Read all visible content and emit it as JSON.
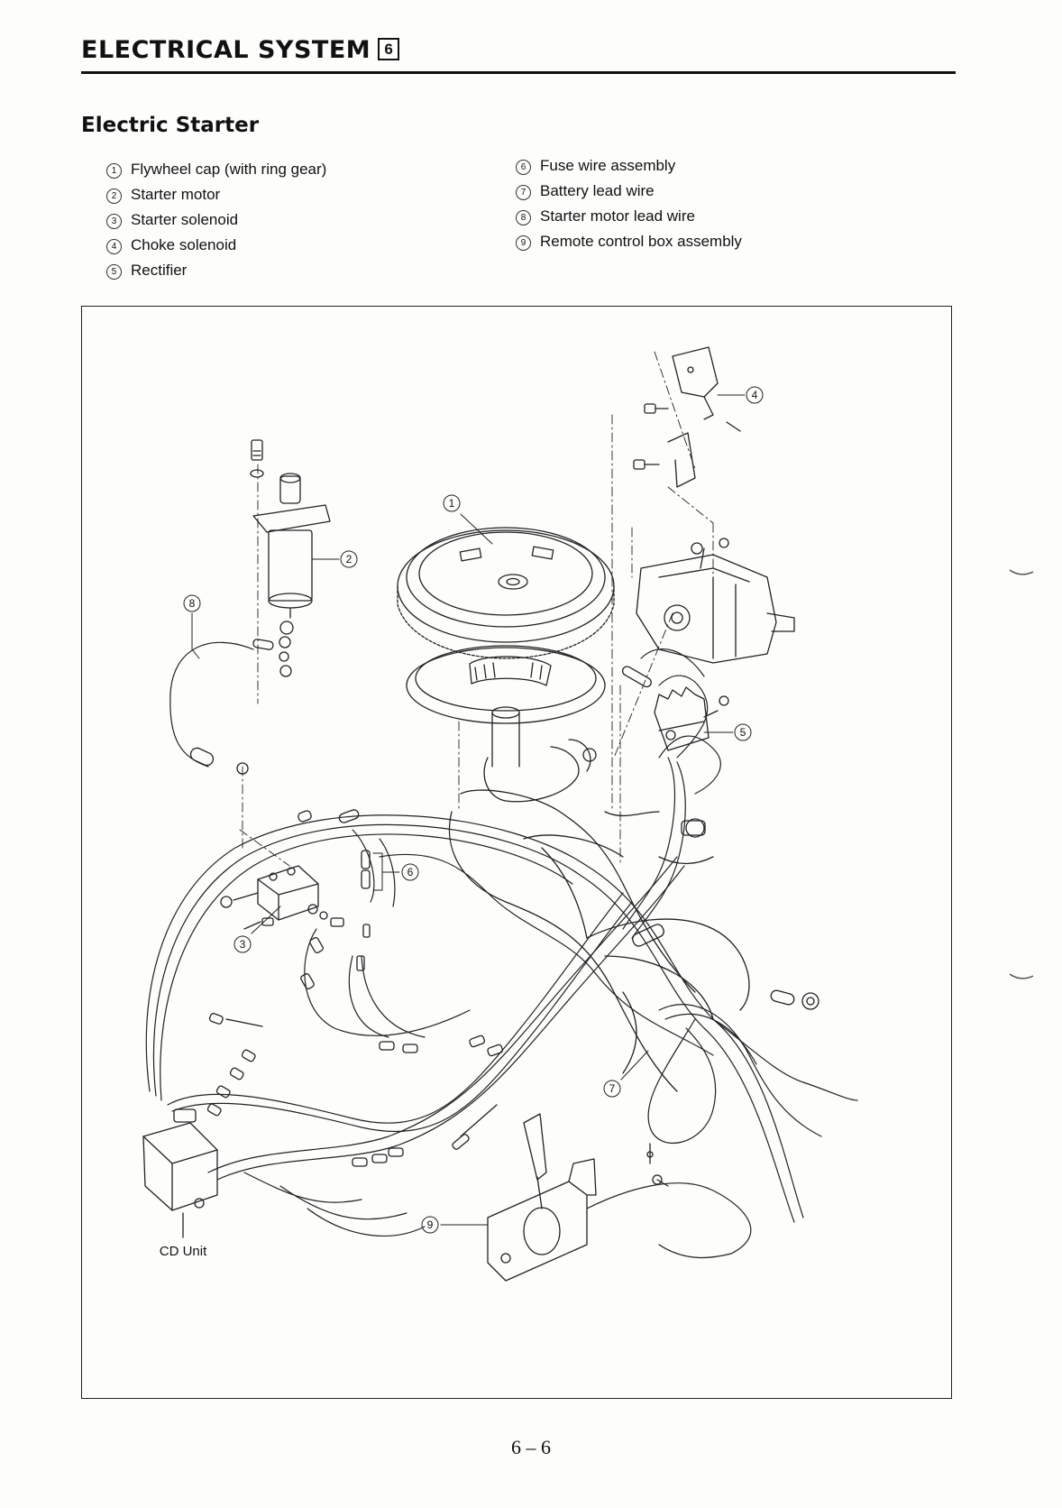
{
  "header": {
    "title": "ELECTRICAL SYSTEM",
    "chapter": "6"
  },
  "section": {
    "title": "Electric Starter"
  },
  "legend": {
    "left": [
      {
        "num": "1",
        "label": "Flywheel cap (with ring gear)"
      },
      {
        "num": "2",
        "label": "Starter motor"
      },
      {
        "num": "3",
        "label": "Starter solenoid"
      },
      {
        "num": "4",
        "label": "Choke solenoid"
      },
      {
        "num": "5",
        "label": "Rectifier"
      }
    ],
    "right": [
      {
        "num": "6",
        "label": "Fuse wire assembly"
      },
      {
        "num": "7",
        "label": "Battery lead wire"
      },
      {
        "num": "8",
        "label": "Starter motor lead wire"
      },
      {
        "num": "9",
        "label": "Remote control box assembly"
      }
    ]
  },
  "figure": {
    "callouts": [
      "1",
      "2",
      "3",
      "4",
      "5",
      "6",
      "7",
      "8",
      "9"
    ],
    "cd_unit_label": "CD Unit"
  },
  "footer": {
    "page_number": "6 – 6"
  }
}
